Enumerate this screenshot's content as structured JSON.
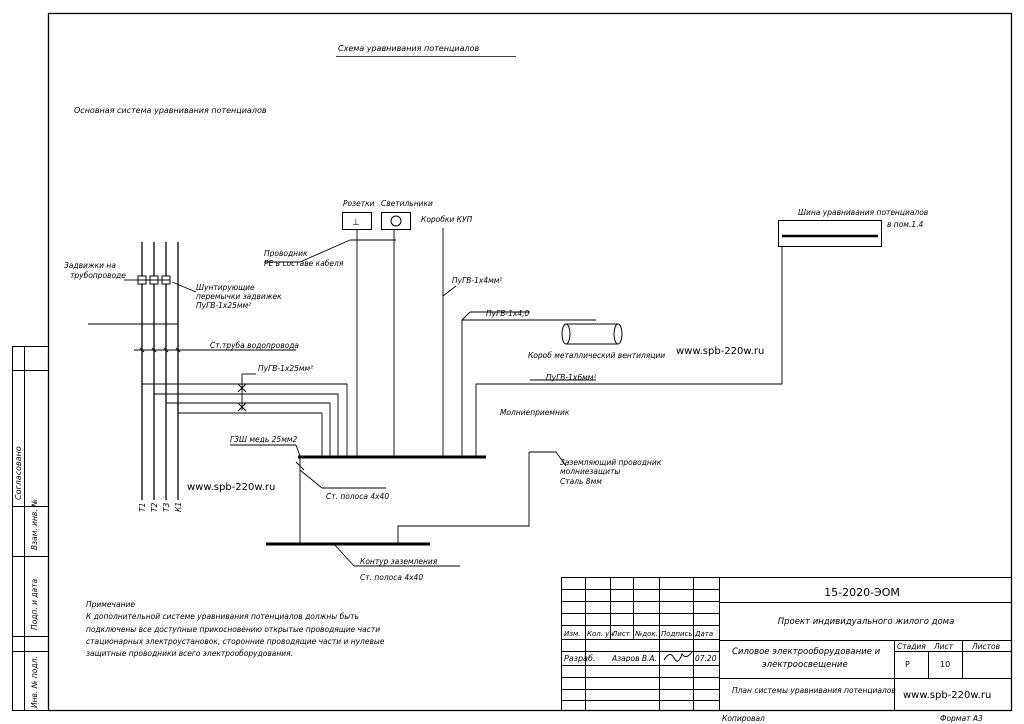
{
  "title": "Схема уравнивания потенциалов",
  "main_system": "Основная система уравнивания потенциалов",
  "labels": {
    "valves": [
      "Задвижки на",
      "трубопроводе"
    ],
    "jumpers": [
      "Шунтирующие",
      "перемычки задвижек",
      "ПуГВ-1х25мм²"
    ],
    "pipe": "Ст.труба водопровода",
    "pugv25": "ПуГВ-1х25мм²",
    "gzsh": "ГЗШ медь 25мм2",
    "strip1": "Ст. полоса 4х40",
    "contour": "Контур заземления",
    "strip2": "Ст. полоса 4х40",
    "sockets": "Розетки",
    "lights": "Светильники",
    "kup": "Коробки КУП",
    "pe": [
      "Проводник",
      "РЕ в составе кабеля"
    ],
    "pugv4": "ПуГВ-1х4мм²",
    "pugv4_0": "ПуГВ-1х4,0",
    "duct": "Короб металлический вентиляции",
    "pugv6": "ПуГВ-1х6мм²",
    "bus": "Шина уравнивания потенциалов",
    "bus_ref": "в пом.1.4",
    "lightning": "Молниеприемник",
    "ground_conductor": [
      "Заземляющий проводник",
      "молниезащиты",
      "Сталь 8мм"
    ],
    "pipes": [
      "Т1",
      "Т2",
      "Т3",
      "К1"
    ]
  },
  "note": {
    "heading": "Примечание",
    "lines": [
      "К дополнительной системе уравнивания потенциалов должны быть",
      "подключены все доступные прикосновению открытые проводящие части",
      "стационарных электроустановок, сторонние проводящие части и нулевые",
      "защитные проводники всего электрооборудования."
    ]
  },
  "watermarks": [
    "www.spb-220w.ru",
    "www.spb-220w.ru",
    "www.spb-220w.ru"
  ],
  "side_stamps": [
    "Согласовано",
    "Взам. инв. №",
    "Подп. и дата",
    "Инв. № подл."
  ],
  "title_block": {
    "code": "15-2020-ЭОМ",
    "project": "Проект индивидуального жилого дома",
    "headers": [
      "Изм.",
      "Кол. уч",
      "Лист",
      "№док.",
      "Подпись",
      "Дата"
    ],
    "role": "Разраб.",
    "name": "Азаров В.А.",
    "date": "07.20",
    "section": [
      "Силовое электрооборудование и",
      "электроосвещение"
    ],
    "stage_label": "Стадия",
    "sheet_label": "Лист",
    "sheets_label": "Листов",
    "stage": "Р",
    "sheet": "10",
    "sheets": "",
    "drawing": "План системы уравнивания потенциалов",
    "copied": "Копировал",
    "format": "Формат А3"
  }
}
